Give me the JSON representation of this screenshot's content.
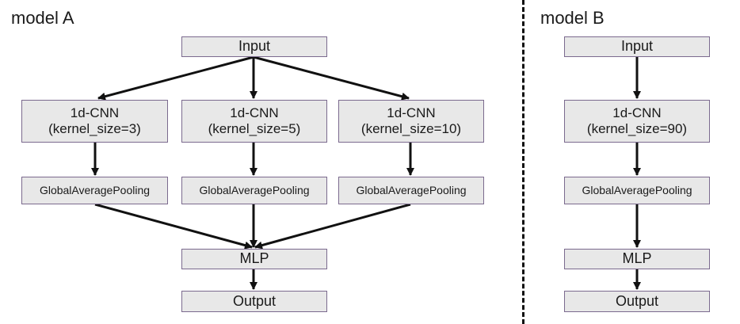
{
  "model_a": {
    "title": "model A",
    "input": "Input",
    "branches": [
      {
        "cnn": "1d-CNN",
        "kernel": "(kernel_size=3)",
        "pool": "GlobalAveragePooling"
      },
      {
        "cnn": "1d-CNN",
        "kernel": "(kernel_size=5)",
        "pool": "GlobalAveragePooling"
      },
      {
        "cnn": "1d-CNN",
        "kernel": "(kernel_size=10)",
        "pool": "GlobalAveragePooling"
      }
    ],
    "mlp": "MLP",
    "output": "Output"
  },
  "model_b": {
    "title": "model B",
    "input": "Input",
    "cnn": "1d-CNN",
    "kernel": "(kernel_size=90)",
    "pool": "GlobalAveragePooling",
    "mlp": "MLP",
    "output": "Output"
  },
  "colors": {
    "box_fill": "#e8e8e8",
    "box_border": "#7b6a8e",
    "arrow": "#111111"
  }
}
